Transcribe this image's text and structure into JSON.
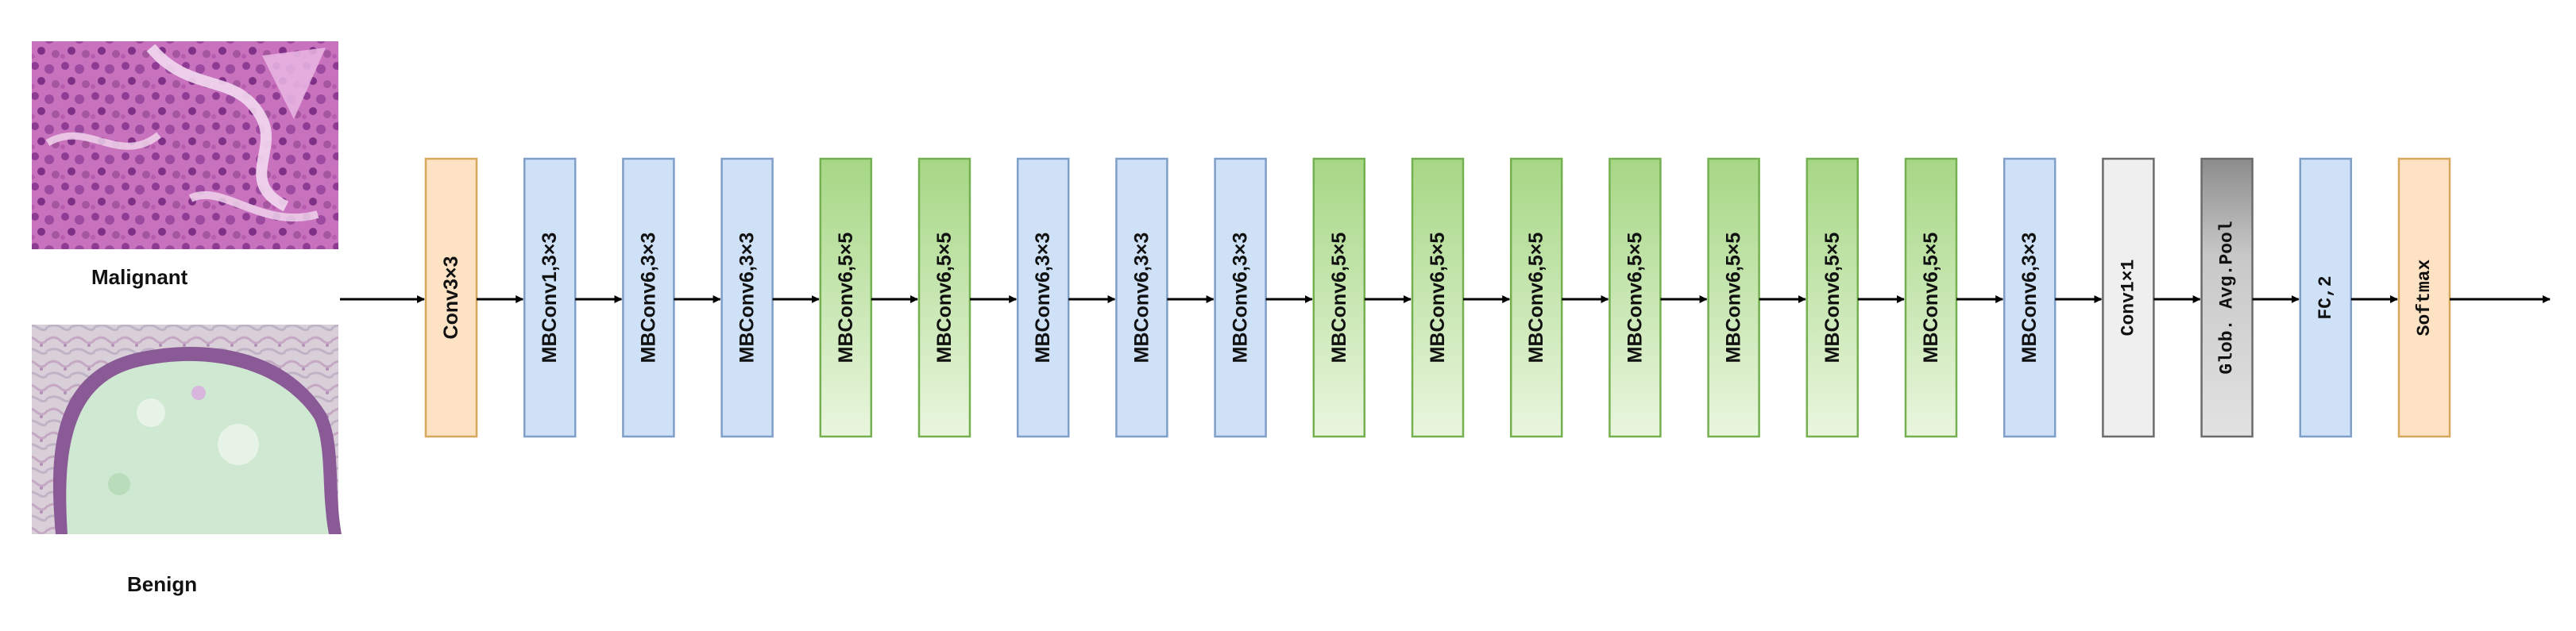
{
  "images": [
    {
      "caption": "Malignant",
      "kind": "malignant"
    },
    {
      "caption": "Benign",
      "kind": "benign"
    }
  ],
  "blocks": [
    {
      "label": "Conv3×3",
      "style": "orange",
      "font": "sans"
    },
    {
      "label": "MBConv1,3×3",
      "style": "blue",
      "font": "sans"
    },
    {
      "label": "MBConv6,3×3",
      "style": "blue",
      "font": "sans"
    },
    {
      "label": "MBConv6,3×3",
      "style": "blue",
      "font": "sans"
    },
    {
      "label": "MBConv6,5×5",
      "style": "green",
      "font": "sans"
    },
    {
      "label": "MBConv6,5×5",
      "style": "green",
      "font": "sans"
    },
    {
      "label": "MBConv6,3×3",
      "style": "blue",
      "font": "sans"
    },
    {
      "label": "MBConv6,3×3",
      "style": "blue",
      "font": "sans"
    },
    {
      "label": "MBConv6,3×3",
      "style": "blue",
      "font": "sans"
    },
    {
      "label": "MBConv6,5×5",
      "style": "green",
      "font": "sans"
    },
    {
      "label": "MBConv6,5×5",
      "style": "green",
      "font": "sans"
    },
    {
      "label": "MBConv6,5×5",
      "style": "green",
      "font": "sans"
    },
    {
      "label": "MBConv6,5×5",
      "style": "green",
      "font": "sans"
    },
    {
      "label": "MBConv6,5×5",
      "style": "green",
      "font": "sans"
    },
    {
      "label": "MBConv6,5×5",
      "style": "green",
      "font": "sans"
    },
    {
      "label": "MBConv6,5×5",
      "style": "green",
      "font": "sans"
    },
    {
      "label": "MBConv6,3×3",
      "style": "blue",
      "font": "sans"
    },
    {
      "label": "Conv1×1",
      "style": "gray",
      "font": "mono"
    },
    {
      "label": "Glob. Avg.Pool",
      "style": "darkgray",
      "font": "mono"
    },
    {
      "label": "FC,2",
      "style": "blue",
      "font": "mono"
    },
    {
      "label": "Softmax",
      "style": "orange",
      "font": "mono"
    }
  ],
  "colors": {
    "orange_fill": "#fde3c4",
    "orange_stroke": "#d6a85c",
    "blue_fill": "#cfe1f7",
    "blue_stroke": "#7f9fc8",
    "green_top": "#a6d785",
    "green_bottom": "#eaf6df",
    "green_stroke": "#74b050",
    "gray_fill": "#efefef",
    "gray_stroke": "#6b6b6b",
    "darkgray_top": "#8c8c8c",
    "darkgray_bottom": "#dcdcdc",
    "arrow": "#000000"
  }
}
